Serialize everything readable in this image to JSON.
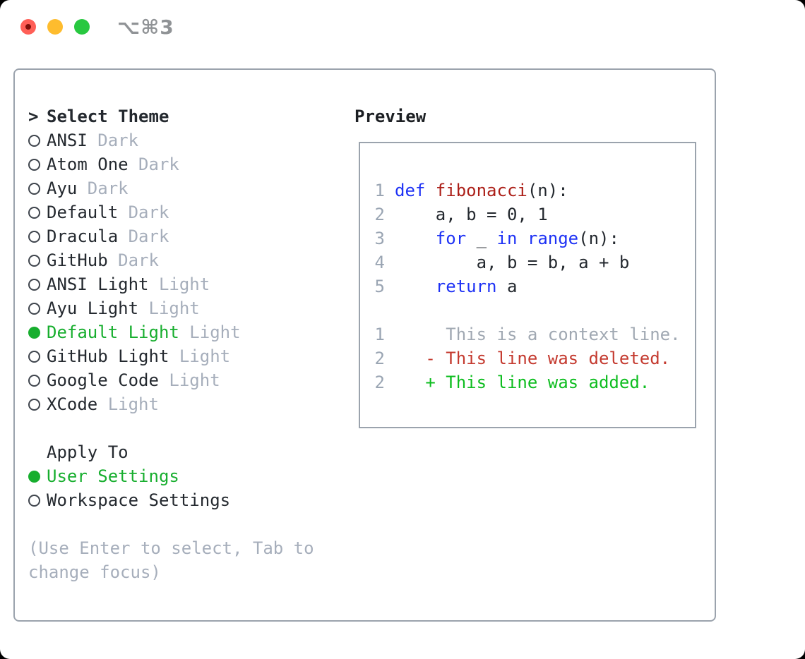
{
  "window": {
    "title": "⌥⌘3"
  },
  "colors": {
    "accent_green": "#17ae2e",
    "keyword_blue": "#1e32f5",
    "function_red": "#ac1f18",
    "diff_added_green": "#0dbd1f",
    "diff_deleted_red": "#c43a2f",
    "muted_gray": "#a6aebb",
    "border_gray": "#9ba3ad",
    "traffic_red": "#ff5f57",
    "traffic_yellow": "#febc2e",
    "traffic_green": "#28c840"
  },
  "theme_selector": {
    "heading_prefix": ">",
    "heading": "Select Theme",
    "items": [
      {
        "name": "ANSI",
        "variant": "Dark",
        "selected": false
      },
      {
        "name": "Atom One",
        "variant": "Dark",
        "selected": false
      },
      {
        "name": "Ayu",
        "variant": "Dark",
        "selected": false
      },
      {
        "name": "Default",
        "variant": "Dark",
        "selected": false
      },
      {
        "name": "Dracula",
        "variant": "Dark",
        "selected": false
      },
      {
        "name": "GitHub",
        "variant": "Dark",
        "selected": false
      },
      {
        "name": "ANSI Light",
        "variant": "Light",
        "selected": false
      },
      {
        "name": "Ayu Light",
        "variant": "Light",
        "selected": false
      },
      {
        "name": "Default Light",
        "variant": "Light",
        "selected": true
      },
      {
        "name": "GitHub Light",
        "variant": "Light",
        "selected": false
      },
      {
        "name": "Google Code",
        "variant": "Light",
        "selected": false
      },
      {
        "name": "XCode",
        "variant": "Light",
        "selected": false
      }
    ],
    "apply_to": {
      "heading": "Apply To",
      "options": [
        {
          "label": "User Settings",
          "selected": true
        },
        {
          "label": "Workspace Settings",
          "selected": false
        }
      ]
    },
    "hint": "(Use Enter to select, Tab to change focus)"
  },
  "preview": {
    "heading": "Preview",
    "code_lines": [
      {
        "num": "1",
        "tokens": [
          {
            "text": "def ",
            "type": "keyword"
          },
          {
            "text": "fibonacci",
            "type": "function"
          },
          {
            "text": "(n):",
            "type": "plain"
          }
        ]
      },
      {
        "num": "2",
        "tokens": [
          {
            "text": "    a, b = 0, 1",
            "type": "plain"
          }
        ]
      },
      {
        "num": "3",
        "tokens": [
          {
            "text": "    ",
            "type": "plain"
          },
          {
            "text": "for",
            "type": "keyword"
          },
          {
            "text": " _ ",
            "type": "plain"
          },
          {
            "text": "in",
            "type": "keyword"
          },
          {
            "text": " ",
            "type": "plain"
          },
          {
            "text": "range",
            "type": "keyword"
          },
          {
            "text": "(n):",
            "type": "plain"
          }
        ]
      },
      {
        "num": "4",
        "tokens": [
          {
            "text": "        a, b = b, a + b",
            "type": "plain"
          }
        ]
      },
      {
        "num": "5",
        "tokens": [
          {
            "text": "    ",
            "type": "plain"
          },
          {
            "text": "return",
            "type": "keyword"
          },
          {
            "text": " a",
            "type": "plain"
          }
        ]
      },
      {
        "num": "",
        "tokens": []
      },
      {
        "num": "1",
        "tokens": [
          {
            "text": "     This is a context line.",
            "type": "context"
          }
        ]
      },
      {
        "num": "2",
        "tokens": [
          {
            "text": "   - This line was deleted.",
            "type": "deleted"
          }
        ]
      },
      {
        "num": "2",
        "tokens": [
          {
            "text": "   + This line was added.",
            "type": "added"
          }
        ]
      }
    ]
  }
}
